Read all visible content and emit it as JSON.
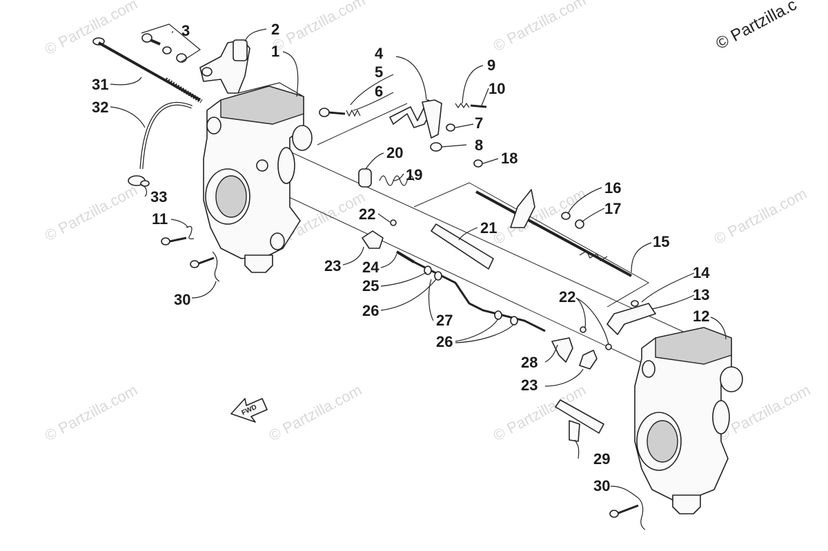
{
  "copyright": "© Partzilla.c",
  "watermark_text": "© Partzilla.com",
  "fwd_label": "FWD",
  "callouts": {
    "c1": "1",
    "c2": "2",
    "c3": "3",
    "c4": "4",
    "c5": "5",
    "c6": "6",
    "c7": "7",
    "c8": "8",
    "c9": "9",
    "c10": "10",
    "c11": "11",
    "c12": "12",
    "c13": "13",
    "c14": "14",
    "c15": "15",
    "c16": "16",
    "c17": "17",
    "c18": "18",
    "c19": "19",
    "c20": "20",
    "c21": "21",
    "c22a": "22",
    "c22b": "22",
    "c23a": "23",
    "c23b": "23",
    "c24": "24",
    "c25": "25",
    "c26a": "26",
    "c26b": "26",
    "c27": "27",
    "c28": "28",
    "c29": "29",
    "c30a": "30",
    "c30b": "30",
    "c31": "31",
    "c32": "32",
    "c33": "33"
  }
}
